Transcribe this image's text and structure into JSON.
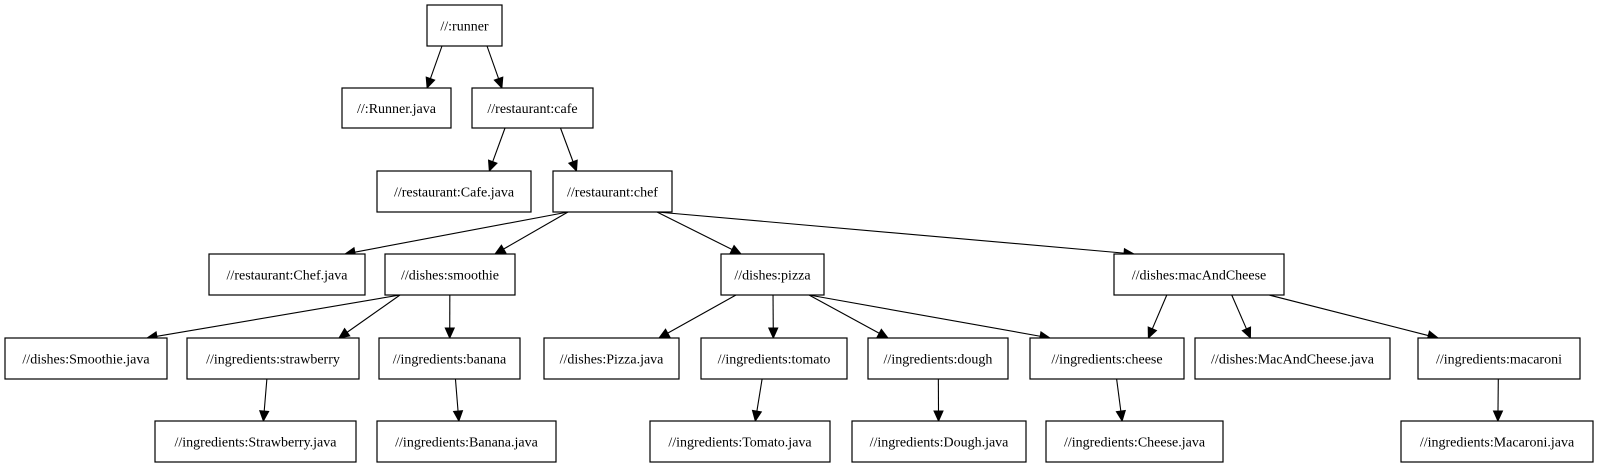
{
  "diagram": {
    "type": "dependency-graph",
    "colors": {
      "stroke": "#000000",
      "fill": "#ffffff",
      "text": "#000000"
    },
    "nodes": [
      {
        "id": "runner",
        "label": "//:runner"
      },
      {
        "id": "runner_java",
        "label": "//:Runner.java"
      },
      {
        "id": "cafe",
        "label": "//restaurant:cafe"
      },
      {
        "id": "cafe_java",
        "label": "//restaurant:Cafe.java"
      },
      {
        "id": "chef",
        "label": "//restaurant:chef"
      },
      {
        "id": "chef_java",
        "label": "//restaurant:Chef.java"
      },
      {
        "id": "smoothie",
        "label": "//dishes:smoothie"
      },
      {
        "id": "pizza",
        "label": "//dishes:pizza"
      },
      {
        "id": "macandcheese",
        "label": "//dishes:macAndCheese"
      },
      {
        "id": "smoothie_java",
        "label": "//dishes:Smoothie.java"
      },
      {
        "id": "strawberry",
        "label": "//ingredients:strawberry"
      },
      {
        "id": "banana",
        "label": "//ingredients:banana"
      },
      {
        "id": "pizza_java",
        "label": "//dishes:Pizza.java"
      },
      {
        "id": "tomato",
        "label": "//ingredients:tomato"
      },
      {
        "id": "dough",
        "label": "//ingredients:dough"
      },
      {
        "id": "cheese",
        "label": "//ingredients:cheese"
      },
      {
        "id": "macandcheese_java",
        "label": "//dishes:MacAndCheese.java"
      },
      {
        "id": "macaroni",
        "label": "//ingredients:macaroni"
      },
      {
        "id": "strawberry_java",
        "label": "//ingredients:Strawberry.java"
      },
      {
        "id": "banana_java",
        "label": "//ingredients:Banana.java"
      },
      {
        "id": "tomato_java",
        "label": "//ingredients:Tomato.java"
      },
      {
        "id": "dough_java",
        "label": "//ingredients:Dough.java"
      },
      {
        "id": "cheese_java",
        "label": "//ingredients:Cheese.java"
      },
      {
        "id": "macaroni_java",
        "label": "//ingredients:Macaroni.java"
      }
    ],
    "edges": [
      {
        "from": "runner",
        "to": "runner_java"
      },
      {
        "from": "runner",
        "to": "cafe"
      },
      {
        "from": "cafe",
        "to": "cafe_java"
      },
      {
        "from": "cafe",
        "to": "chef"
      },
      {
        "from": "chef",
        "to": "chef_java"
      },
      {
        "from": "chef",
        "to": "smoothie"
      },
      {
        "from": "chef",
        "to": "pizza"
      },
      {
        "from": "chef",
        "to": "macandcheese"
      },
      {
        "from": "smoothie",
        "to": "smoothie_java"
      },
      {
        "from": "smoothie",
        "to": "strawberry"
      },
      {
        "from": "smoothie",
        "to": "banana"
      },
      {
        "from": "pizza",
        "to": "pizza_java"
      },
      {
        "from": "pizza",
        "to": "tomato"
      },
      {
        "from": "pizza",
        "to": "dough"
      },
      {
        "from": "pizza",
        "to": "cheese"
      },
      {
        "from": "macandcheese",
        "to": "cheese"
      },
      {
        "from": "macandcheese",
        "to": "macandcheese_java"
      },
      {
        "from": "macandcheese",
        "to": "macaroni"
      },
      {
        "from": "strawberry",
        "to": "strawberry_java"
      },
      {
        "from": "banana",
        "to": "banana_java"
      },
      {
        "from": "tomato",
        "to": "tomato_java"
      },
      {
        "from": "dough",
        "to": "dough_java"
      },
      {
        "from": "cheese",
        "to": "cheese_java"
      },
      {
        "from": "macaroni",
        "to": "macaroni_java"
      }
    ]
  }
}
